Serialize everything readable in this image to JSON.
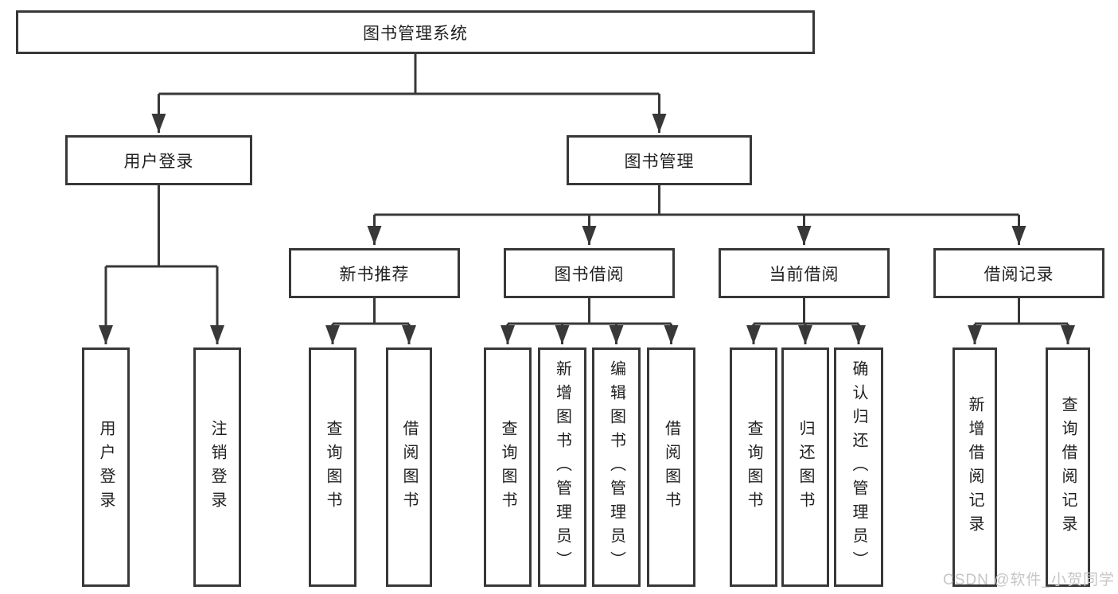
{
  "colors": {
    "line": "#383838",
    "box_border": "#383838",
    "text": "#1f1f1f",
    "watermark": "#c8c5c5",
    "background": "#ffffff"
  },
  "root": {
    "label": "图书管理系统",
    "children": [
      {
        "label": "用户登录",
        "children": [
          {
            "label": "用户登录"
          },
          {
            "label": "注销登录"
          }
        ]
      },
      {
        "label": "图书管理",
        "children": [
          {
            "label": "新书推荐",
            "children": [
              {
                "label": "查询图书"
              },
              {
                "label": "借阅图书"
              }
            ]
          },
          {
            "label": "图书借阅",
            "children": [
              {
                "label": "查询图书"
              },
              {
                "label": "新增图书（管理员）"
              },
              {
                "label": "编辑图书（管理员）"
              },
              {
                "label": "借阅图书"
              }
            ]
          },
          {
            "label": "当前借阅",
            "children": [
              {
                "label": "查询图书"
              },
              {
                "label": "归还图书"
              },
              {
                "label": "确认归还（管理员）"
              }
            ]
          },
          {
            "label": "借阅记录",
            "children": [
              {
                "label": "新增借阅记录"
              },
              {
                "label": "查询借阅记录"
              }
            ]
          }
        ]
      }
    ]
  },
  "watermark": {
    "text": "CSDN @软件_小贺同学"
  }
}
